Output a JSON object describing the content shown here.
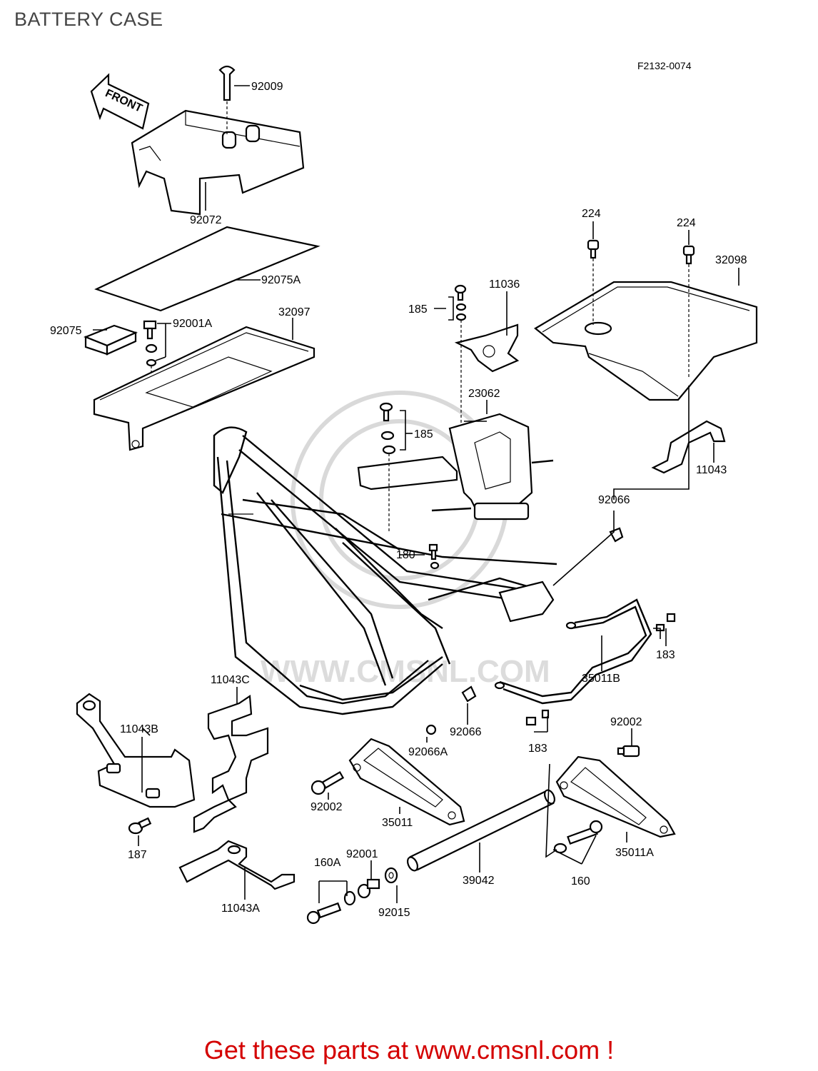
{
  "title": "BATTERY CASE",
  "diagram_code": "F2132-0074",
  "footer": "Get these parts at www.cmsnl.com !",
  "watermark": "WWW.CMSNL.COM",
  "front_label": "FRONT",
  "colors": {
    "footer": "#d40000",
    "title": "#444444",
    "watermark": "#d9d9d9"
  },
  "parts": {
    "p92009": "92009",
    "p92072": "92072",
    "p92075A": "92075A",
    "p92075": "92075",
    "p92001A": "92001A",
    "p32097": "32097",
    "p224a": "224",
    "p224b": "224",
    "p32098": "32098",
    "p11036": "11036",
    "p185a": "185",
    "p23062": "23062",
    "p185b": "185",
    "p11043": "11043",
    "p92066a": "92066",
    "p180": "180",
    "p183a": "183",
    "p35011B": "35011B",
    "p11043C": "11043C",
    "p92066b": "92066",
    "p92066A": "92066A",
    "p92002a": "92002",
    "p11043B": "11043B",
    "p183b": "183",
    "p92002b": "92002",
    "p35011": "35011",
    "p35011A": "35011A",
    "p187": "187",
    "p160A": "160A",
    "p92001": "92001",
    "p39042": "39042",
    "p160": "160",
    "p11043A": "11043A",
    "p92015": "92015"
  }
}
